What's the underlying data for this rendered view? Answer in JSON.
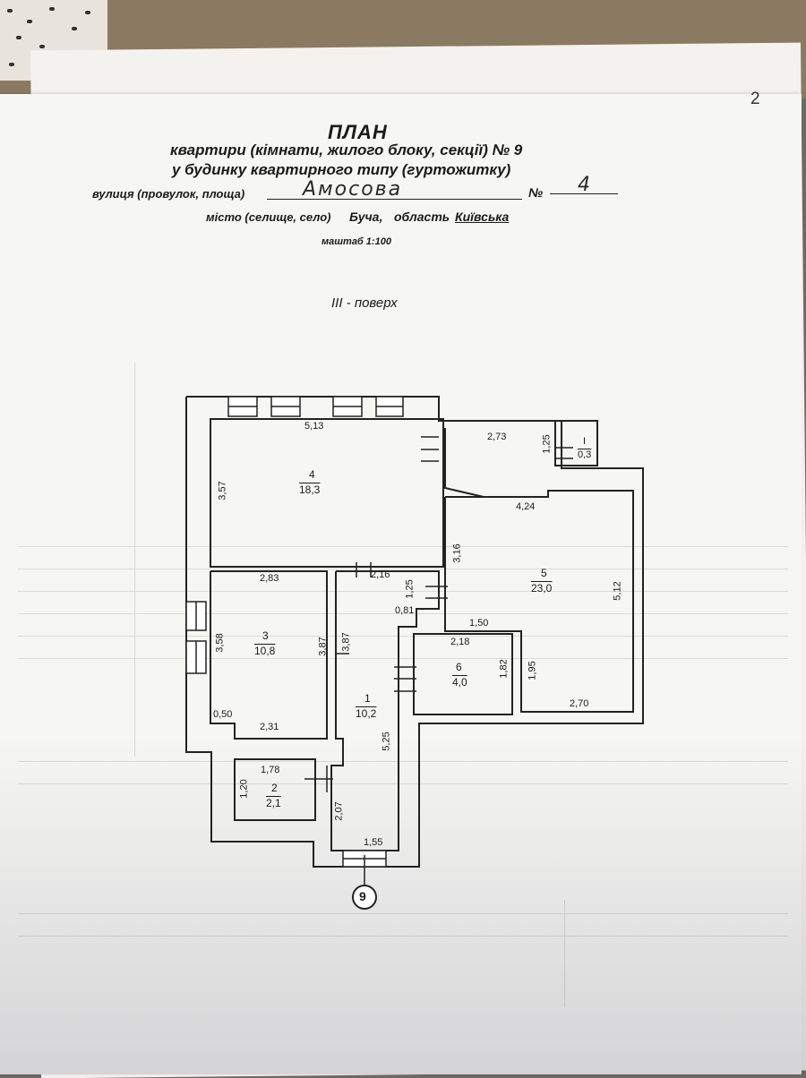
{
  "page_number": "2",
  "header": {
    "title": "ПЛАН",
    "line1": "квартири (кімнати, жилого блоку, секції) № 9",
    "line2": "у будинку квартирного  типу (гуртожитку)"
  },
  "address": {
    "street_label": "вулиця (провулок, площа)",
    "street_value": "Амосова",
    "number_label": "№",
    "number_value": "4",
    "city_label": "місто (селище, село)",
    "city_value": "Буча,",
    "region_label": "область",
    "region_value": "Київська"
  },
  "scale": "маштаб  1:100",
  "floor": "III - поверх",
  "rooms": [
    {
      "id": "4",
      "area": "18,3"
    },
    {
      "id": "3",
      "area": "10,8"
    },
    {
      "id": "1",
      "area": "10,2"
    },
    {
      "id": "2",
      "area": "2,1"
    },
    {
      "id": "5",
      "area": "23,0"
    },
    {
      "id": "6",
      "area": "4,0"
    },
    {
      "id": "I",
      "area": "0,3"
    }
  ],
  "dimensions": [
    "5,13",
    "3,57",
    "2,83",
    "2,16",
    "3,16",
    "1,25",
    "0,81",
    "3,58",
    "3,87",
    "3,87",
    "0,50",
    "2,31",
    "1,78",
    "1,20",
    "2,07",
    "1,55",
    "5,25",
    "2,73",
    "1,25",
    "4,24",
    "5,12",
    "1,50",
    "2,18",
    "1,82",
    "1,95",
    "2,70"
  ],
  "axis_label": "9",
  "colors": {
    "paper": "#f6f6f4",
    "ink": "#1a1a1a",
    "wall": "#222222"
  }
}
